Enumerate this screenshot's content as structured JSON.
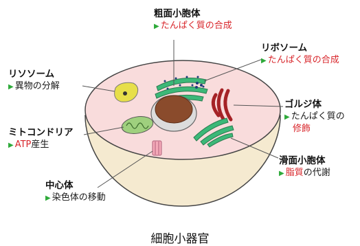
{
  "caption": "細胞小器官",
  "labels": {
    "rough_er": {
      "name": "粗面小胞体",
      "desc": "たんぱく質の合成"
    },
    "ribosome": {
      "name": "リボソーム",
      "desc": "たんぱく質の合成"
    },
    "lysosome": {
      "name": "リソソーム",
      "desc": "異物の分解"
    },
    "golgi": {
      "name": "ゴルジ体",
      "desc_line1": "たんぱく質の",
      "desc_line2": "修飾"
    },
    "mitochondria": {
      "name": "ミトコンドリア",
      "desc_red": "ATP",
      "desc_rest": "産生"
    },
    "smooth_er": {
      "name": "滑面小胞体",
      "desc_red": "脂質",
      "desc_rest": "の代謝"
    },
    "centrosome": {
      "name": "中心体",
      "desc": "染色体の移動"
    }
  },
  "colors": {
    "accent_red": "#d8262b",
    "bullet_green": "#2eaa3a",
    "cytoplasm": "#f9dcdc",
    "membrane": "#f7eccc"
  }
}
